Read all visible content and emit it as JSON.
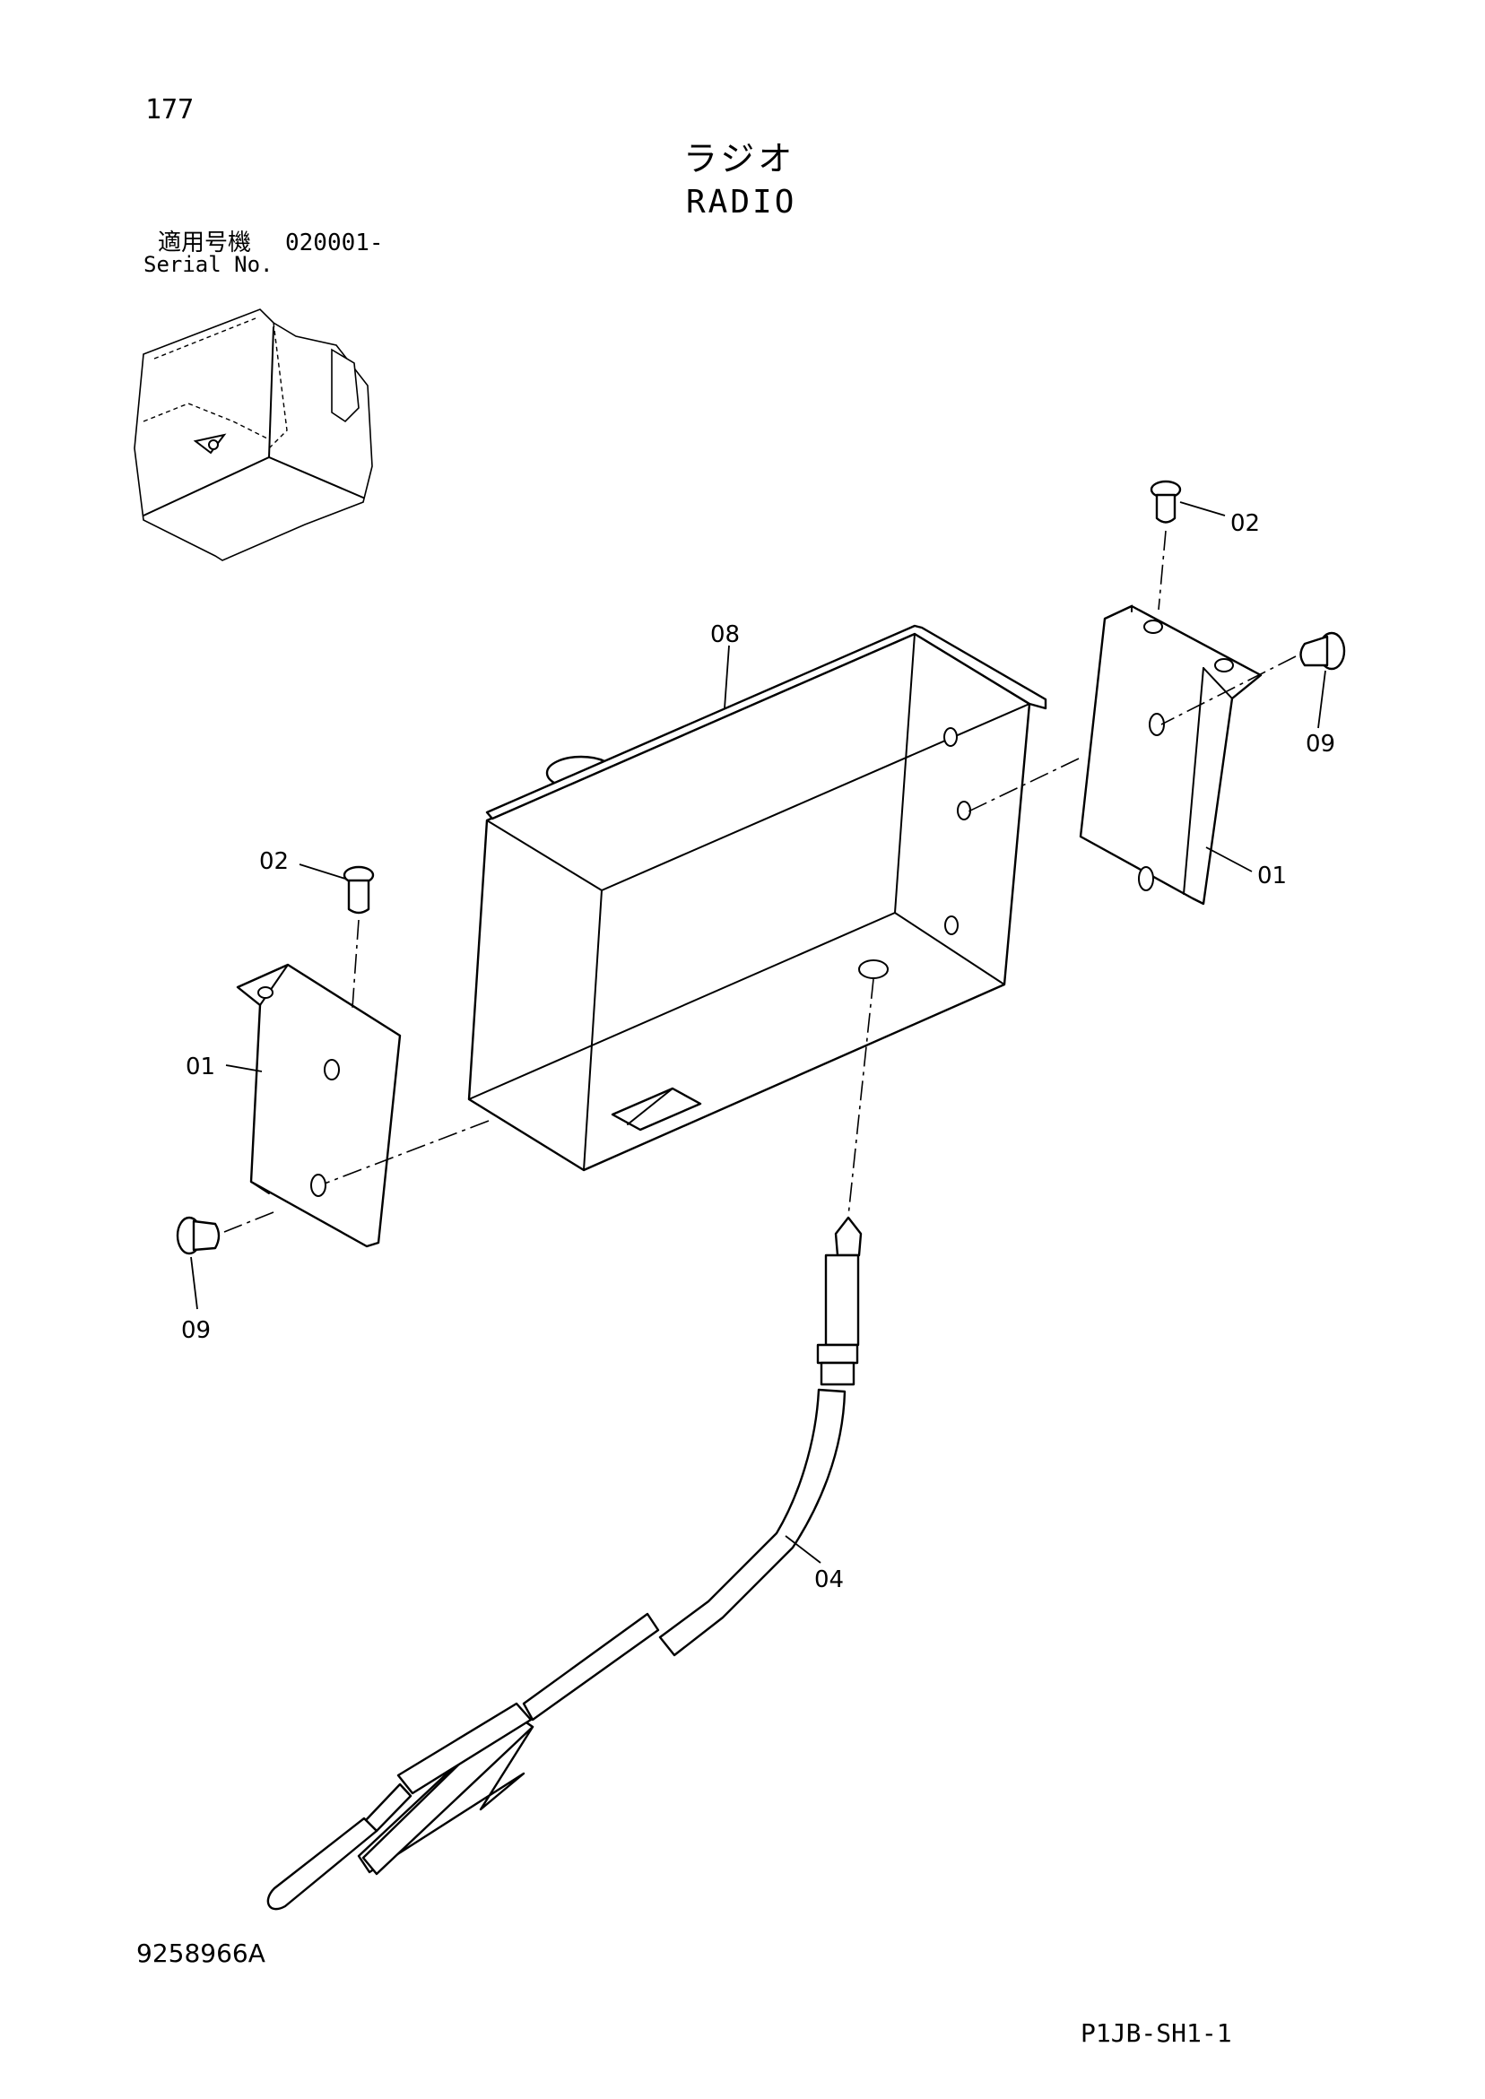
{
  "page_number": "177",
  "title_jp": "ラジオ",
  "title_en": "RADIO",
  "serial": {
    "label_jp": "適用号機",
    "value": "020001-",
    "label_en": "Serial No."
  },
  "callouts": {
    "radio_box": "08",
    "bracket_right": "01",
    "bracket_left": "01",
    "bolt_top_right": "02",
    "bolt_top_left": "02",
    "screw_right": "09",
    "screw_left": "09",
    "antenna_cable": "04"
  },
  "drawing_number": "9258966A",
  "sheet_code": "P1JB-SH1-1"
}
